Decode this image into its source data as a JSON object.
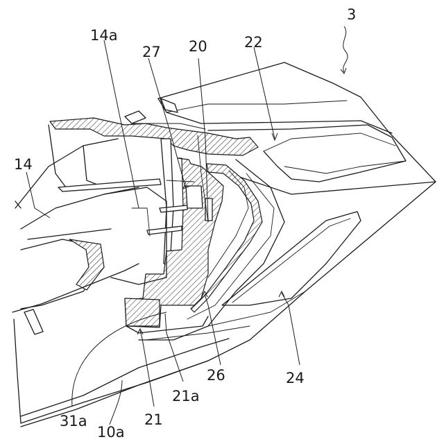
{
  "labels": {
    "l3": "3",
    "l14a": "14a",
    "l27": "27",
    "l20": "20",
    "l22": "22",
    "l14": "14",
    "l26": "26",
    "l24": "24",
    "l21a": "21a",
    "l31a": "31a",
    "l10a": "10a",
    "l21": "21"
  }
}
